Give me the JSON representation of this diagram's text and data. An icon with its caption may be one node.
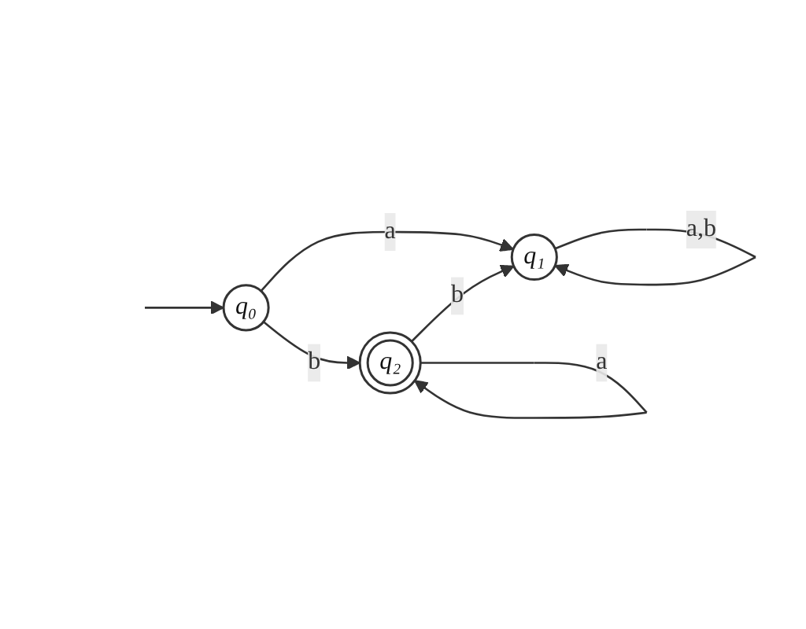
{
  "diagram": {
    "nodes": [
      {
        "text": [
          "q₀"
        ]
      },
      {
        "text": [
          "q₁"
        ]
      },
      {
        "text": [
          "q₂"
        ]
      }
    ],
    "edges": [
      {
        "from": null,
        "to": 0,
        "arrow": "to"
      },
      {
        "from": 0,
        "to": 1,
        "arrow": "to",
        "label": "a"
      },
      {
        "from": 1,
        "to": 1,
        "arrow": "to",
        "label": "a,b"
      },
      {
        "from": 2,
        "to": 1,
        "arrow": "to",
        "label": "b"
      },
      {
        "from": 0,
        "to": 2,
        "arrow": "to",
        "label": "b"
      },
      {
        "from": 2,
        "to": 2,
        "arrow": "to",
        "label": "a"
      }
    ]
  }
}
